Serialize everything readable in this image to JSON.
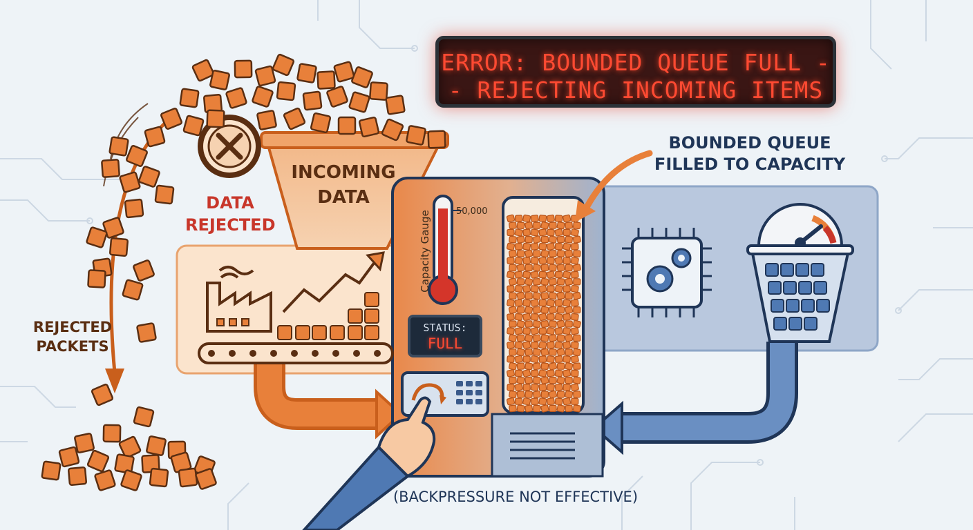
{
  "banner": {
    "line1": "ERROR: BOUNDED QUEUE FULL -",
    "line2": "- REJECTING INCOMING ITEMS"
  },
  "labels": {
    "incoming_data": "INCOMING\nDATA",
    "data_rejected": "DATA\nREJECTED",
    "rejected_packets": "REJECTED\nPACKETS",
    "bounded_queue": "BOUNDED QUEUE\nFILLED TO CAPACITY",
    "backpressure": "(BACKPRESSURE NOT EFFECTIVE)"
  },
  "gauge": {
    "label": "Capacity Gauge",
    "max_value": "50,000",
    "fill_fraction": 0.9
  },
  "status": {
    "label": "STATUS:",
    "value": "FULL"
  },
  "colors": {
    "orange": "#e8803a",
    "dark_orange": "#c95f1c",
    "navy": "#1f3557",
    "blue": "#5b82b8",
    "red": "#c8362a",
    "background": "#eef3f7"
  },
  "icons": [
    "reject-x-icon",
    "factory-icon",
    "trend-arrow-icon",
    "gears-chip-icon",
    "speedometer-icon",
    "basket-icon",
    "pointing-hand-icon",
    "keypad-icon",
    "thermometer-icon"
  ]
}
